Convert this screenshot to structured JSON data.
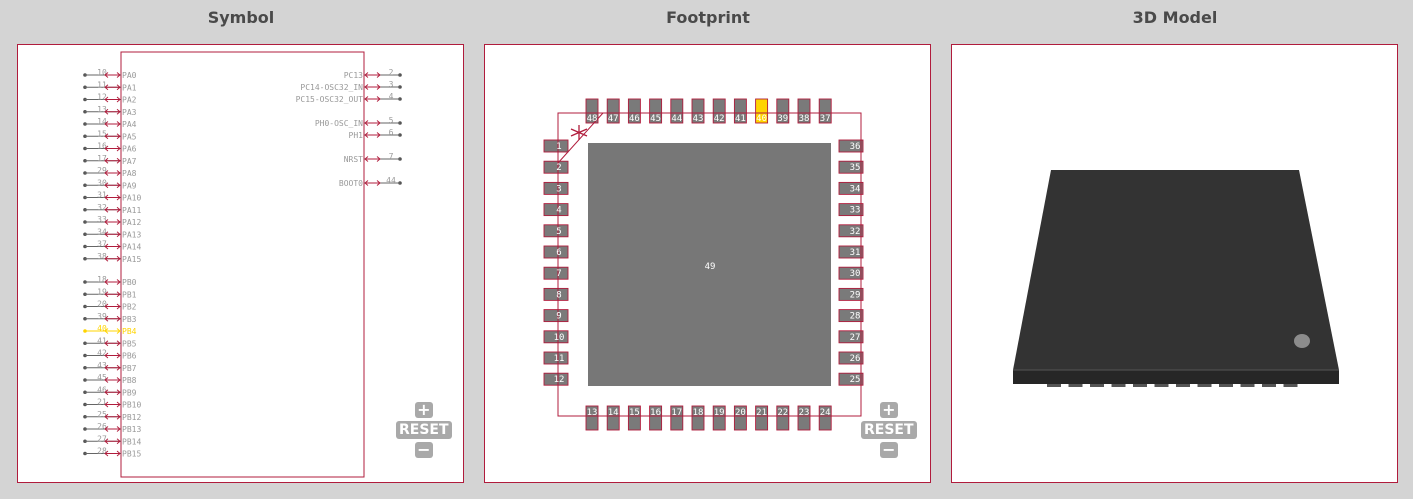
{
  "titles": {
    "symbol": "Symbol",
    "footprint": "Footprint",
    "model3d": "3D Model"
  },
  "controls": {
    "plus": "+",
    "reset": "RESET",
    "minus": "−"
  },
  "colors": {
    "accent": "#b01c3c",
    "highlight": "#ffd400",
    "pad": "#7a7a7a",
    "pin_text": "#999999"
  },
  "symbol": {
    "highlighted_pin": "40",
    "left_pins": [
      {
        "num": "10",
        "name": "PA0"
      },
      {
        "num": "11",
        "name": "PA1"
      },
      {
        "num": "12",
        "name": "PA2"
      },
      {
        "num": "13",
        "name": "PA3"
      },
      {
        "num": "14",
        "name": "PA4"
      },
      {
        "num": "15",
        "name": "PA5"
      },
      {
        "num": "16",
        "name": "PA6"
      },
      {
        "num": "17",
        "name": "PA7"
      },
      {
        "num": "29",
        "name": "PA8"
      },
      {
        "num": "30",
        "name": "PA9"
      },
      {
        "num": "31",
        "name": "PA10"
      },
      {
        "num": "32",
        "name": "PA11"
      },
      {
        "num": "33",
        "name": "PA12"
      },
      {
        "num": "34",
        "name": "PA13"
      },
      {
        "num": "37",
        "name": "PA14"
      },
      {
        "num": "38",
        "name": "PA15"
      },
      {
        "num": "18",
        "name": "PB0"
      },
      {
        "num": "19",
        "name": "PB1"
      },
      {
        "num": "20",
        "name": "PB2"
      },
      {
        "num": "39",
        "name": "PB3"
      },
      {
        "num": "40",
        "name": "PB4"
      },
      {
        "num": "41",
        "name": "PB5"
      },
      {
        "num": "42",
        "name": "PB6"
      },
      {
        "num": "43",
        "name": "PB7"
      },
      {
        "num": "45",
        "name": "PB8"
      },
      {
        "num": "46",
        "name": "PB9"
      },
      {
        "num": "21",
        "name": "PB10"
      },
      {
        "num": "25",
        "name": "PB12"
      },
      {
        "num": "26",
        "name": "PB13"
      },
      {
        "num": "27",
        "name": "PB14"
      },
      {
        "num": "28",
        "name": "PB15"
      }
    ],
    "right_pins": [
      {
        "num": "2",
        "name": "PC13"
      },
      {
        "num": "3",
        "name": "PC14-OSC32_IN"
      },
      {
        "num": "4",
        "name": "PC15-OSC32_OUT"
      },
      {
        "num": "5",
        "name": "PH0-OSC_IN"
      },
      {
        "num": "6",
        "name": "PH1"
      },
      {
        "num": "7",
        "name": "NRST"
      },
      {
        "num": "44",
        "name": "BOOT0"
      }
    ]
  },
  "footprint": {
    "highlighted_pad": "40",
    "top_pads": [
      "48",
      "47",
      "46",
      "45",
      "44",
      "43",
      "42",
      "41",
      "40",
      "39",
      "38",
      "37"
    ],
    "left_pads": [
      "1",
      "2",
      "3",
      "4",
      "5",
      "6",
      "7",
      "8",
      "9",
      "10",
      "11",
      "12"
    ],
    "right_pads": [
      "36",
      "35",
      "34",
      "33",
      "32",
      "31",
      "30",
      "29",
      "28",
      "27",
      "26",
      "25"
    ],
    "bottom_pads": [
      "13",
      "14",
      "15",
      "16",
      "17",
      "18",
      "19",
      "20",
      "21",
      "22",
      "23",
      "24"
    ],
    "center_pad": "49"
  }
}
